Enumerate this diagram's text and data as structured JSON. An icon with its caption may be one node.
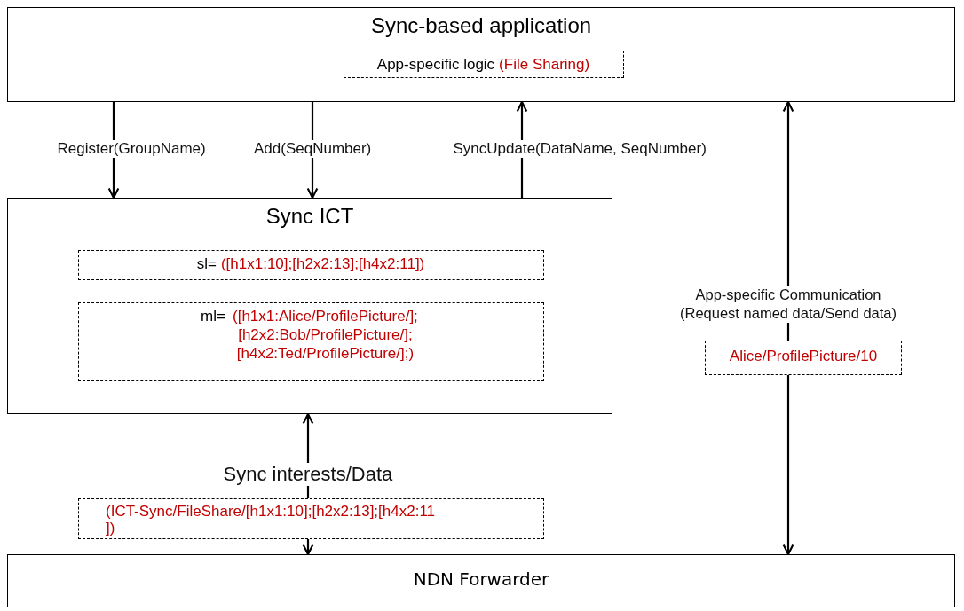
{
  "diagram": {
    "nodes": [
      {
        "text": [
          "Sync-based application"
        ]
      },
      {
        "text": [
          "App-specific logic",
          "(File Sharing)"
        ],
        "in": 0
      },
      {
        "text": [
          "Sync ICT"
        ]
      },
      {
        "text": [
          "sl=",
          "([h1x1:10];[h2x2:13];[h4x2:11])"
        ],
        "in": 2
      },
      {
        "text": [
          "ml=",
          "([h1x1:Alice/ProfilePicture/]; [h2x2:Bob/ProfilePicture/]; [h4x2:Ted/ProfilePicture/];)"
        ],
        "in": 2
      },
      {
        "text": [
          "NDN Forwarder"
        ]
      },
      {
        "text": [
          "(ICT-Sync/FileShare/[h1x1:10];[h2x2:13];[h4x2:11 ])"
        ]
      },
      {
        "text": [
          "Alice/ProfilePicture/10"
        ]
      }
    ],
    "edges": [
      {
        "from": 0,
        "to": 2,
        "arrow": "to",
        "label": "Register(GroupName)"
      },
      {
        "from": 0,
        "to": 2,
        "arrow": "to",
        "label": "Add(SeqNumber)"
      },
      {
        "from": 2,
        "to": 0,
        "arrow": "to",
        "label": "SyncUpdate(DataName, SeqNumber)"
      },
      {
        "from": 6,
        "to": 2,
        "arrow": "to",
        "label": "Sync interests/Data"
      },
      {
        "from": 6,
        "to": 5,
        "arrow": "to"
      },
      {
        "from": 7,
        "to": 0,
        "arrow": "to",
        "label": "App-specific Communication (Request named data/Send data)"
      },
      {
        "from": 7,
        "to": 5,
        "arrow": "to"
      }
    ]
  }
}
